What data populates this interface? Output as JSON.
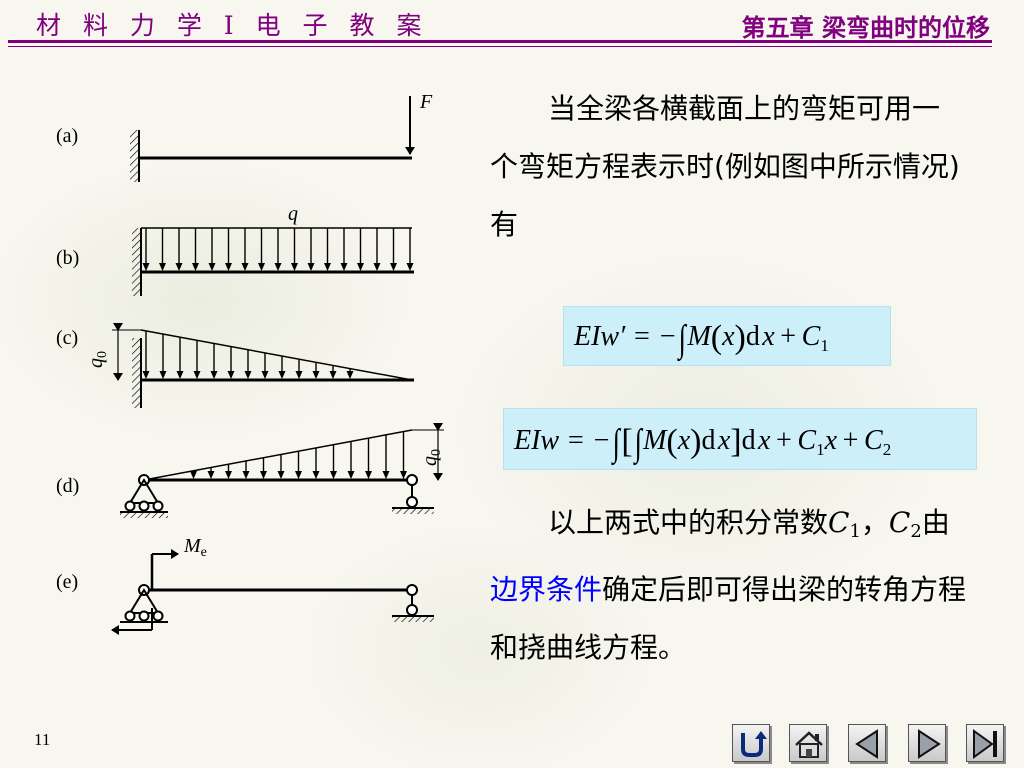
{
  "header": {
    "course_title": "材 料 力 学 Ⅰ 电 子 教 案",
    "chapter_title": "第五章  梁弯曲时的位移"
  },
  "figure": {
    "labels": {
      "a": "(a)",
      "b": "(b)",
      "c": "(c)",
      "d": "(d)",
      "e": "(e)"
    },
    "load_F": "F",
    "load_q": "q",
    "load_q0": "q0",
    "moment": "Me"
  },
  "text": {
    "para1": "当全梁各横截面上的弯矩可用一个弯矩方程表示时(例如图中所示情况)有",
    "para2_before": "以上两式中的积分常数",
    "c1": "C",
    "c1_sub": "1",
    "comma": "，",
    "c2": "C",
    "c2_sub": "2",
    "by": "由",
    "highlight": "边界条件",
    "para2_after": "确定后即可得出梁的转角方程和挠曲线方程。"
  },
  "formulas": {
    "f1": {
      "lhs": "EIw′ = −",
      "m": "M",
      "x": "x",
      "d": "d",
      "dx": "x",
      "plus": "+",
      "c": "C",
      "c_sub": "1"
    },
    "f2": {
      "lhs": "EIw = −",
      "m": "M",
      "x": "x",
      "d": "d",
      "dx": "x",
      "d2": "d",
      "dx2": "x",
      "plus": "+",
      "c1": "C",
      "c1_sub": "1",
      "c1x": "x",
      "plus2": "+",
      "c2": "C",
      "c2_sub": "2"
    }
  },
  "page_number": "11",
  "nav": {
    "icons": [
      "return-icon",
      "home-icon",
      "previous-icon",
      "next-icon",
      "last-page-icon"
    ]
  }
}
